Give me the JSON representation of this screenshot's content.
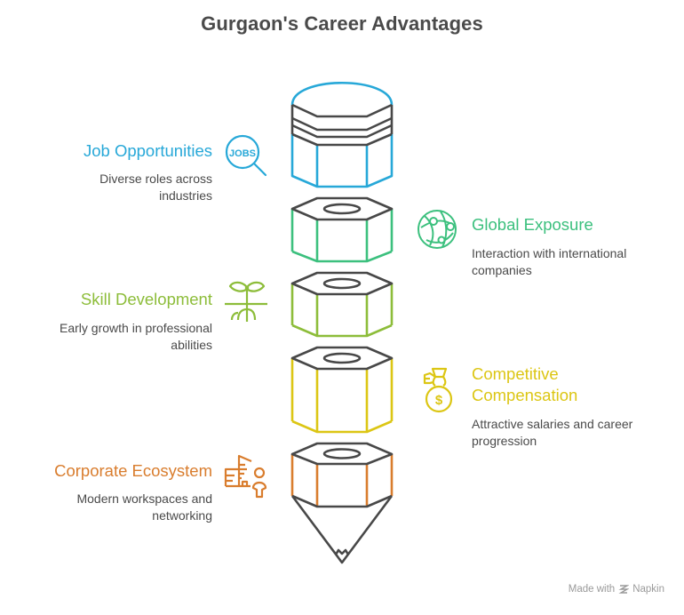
{
  "title": "Gurgaon's Career Advantages",
  "colors": {
    "outline": "#484848",
    "blue": "#27a8d8",
    "green": "#3cc07e",
    "olive": "#8dbd3a",
    "yellow": "#dcc614",
    "orange": "#d97d2e",
    "text": "#4a4a4a"
  },
  "items": [
    {
      "label": "Job Opportunities",
      "description": [
        "Diverse roles across",
        "industries"
      ],
      "icon": "jobs-search-icon",
      "side": "left",
      "color": "#27a8d8"
    },
    {
      "label": "Global Exposure",
      "description": [
        "Interaction with international",
        "companies"
      ],
      "icon": "globe-network-icon",
      "side": "right",
      "color": "#3cc07e"
    },
    {
      "label": "Skill Development",
      "description": [
        "Early growth in professional",
        "abilities"
      ],
      "icon": "sprout-icon",
      "side": "left",
      "color": "#8dbd3a"
    },
    {
      "label": [
        "Competitive",
        "Compensation"
      ],
      "description": [
        "Attractive salaries and career",
        "progression"
      ],
      "icon": "money-bag-icon",
      "side": "right",
      "color": "#dcc614"
    },
    {
      "label": "Corporate Ecosystem",
      "description": [
        "Modern workspaces and",
        "networking"
      ],
      "icon": "office-person-icon",
      "side": "left",
      "color": "#d97d2e"
    }
  ],
  "footer": {
    "made_with": "Made with",
    "brand": "Napkin",
    "icon": "napkin-logo-icon"
  }
}
